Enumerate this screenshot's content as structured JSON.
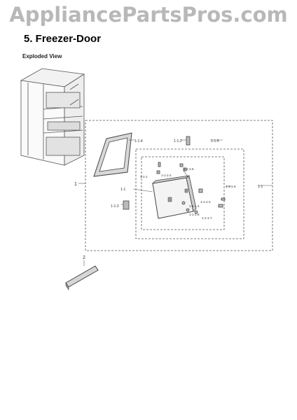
{
  "watermark": "AppliancePartsPros.com",
  "section_title": "5.  Freezer-Door",
  "subtitle": "Exploded View",
  "labels": {
    "assembly": "1",
    "handle_part": "2",
    "gasket": "1-1-4",
    "hinge_top": "1-1-2",
    "top_arrow": "1-1-5",
    "door_assy": "1-1",
    "outer_frame": "1-1",
    "bracket": "1-1-3",
    "door_panel": "1-1-1",
    "part_a": "1-1-1-6",
    "part_b": "1-1-1-2",
    "part_c": "1-1-1-5",
    "part_d": "1-1-1-4",
    "part_e": "1-1-1-3",
    "part_f": "1-1-1-7",
    "part_g": "1-1-1-8"
  }
}
